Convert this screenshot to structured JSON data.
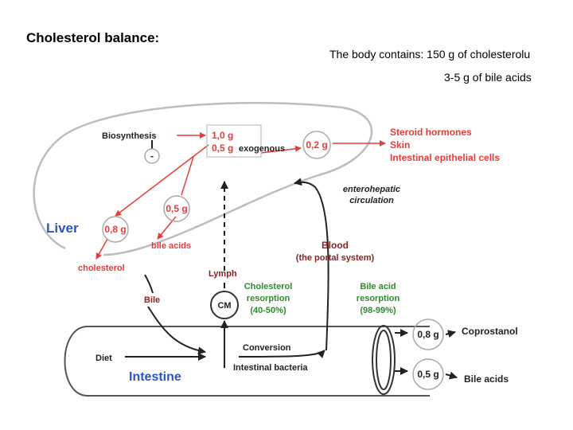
{
  "slide": {
    "title": "Cholesterol balance:",
    "body_contains_line1": "The body contains:  150 g of cholesterolu",
    "body_contains_line2": "3-5 g of bile acids"
  },
  "diagram": {
    "biosynthesis": "Biosynthesis",
    "inhibition": "-",
    "amount_1g": "1,0 g",
    "amount_05g_exo": "0,5 g",
    "exogenous": "exogenous",
    "amount_02g": "0,2 g",
    "steroid_hormones": "Steroid hormones",
    "skin": "Skin",
    "intestinal_epithelial": "Intestinal epithelial cells",
    "enterohepatic_1": "enterohepatic",
    "enterohepatic_2": "circulation",
    "amount_05g_bile": "0,5 g",
    "liver": "Liver",
    "amount_08g": "0,8 g",
    "bile_acids_liver": "bile acids",
    "blood_1": "Blood",
    "blood_2": "(the portal system)",
    "cholesterol": "cholesterol",
    "lymph": "Lymph",
    "chol_resorption_1": "Cholesterol",
    "chol_resorption_2": "resorption",
    "chol_resorption_3": "(40-50%)",
    "bile_acid_resorption_1": "Bile acid",
    "bile_acid_resorption_2": "resorption",
    "bile_acid_resorption_3": "(98-99%)",
    "bile": "Bile",
    "cm": "CM",
    "diet": "Diet",
    "conversion": "Conversion",
    "intestinal_bacteria": "Intestinal bacteria",
    "intestine": "Intestine",
    "out_08g": "0,8 g",
    "coprostanol": "Coprostanol",
    "out_05g": "0,5 g",
    "bile_acids_out": "Bile acids"
  },
  "colors": {
    "red": "#e83b3b",
    "blue": "#2a55c8",
    "dark": "#222222",
    "gray": "#bdbdbd"
  }
}
